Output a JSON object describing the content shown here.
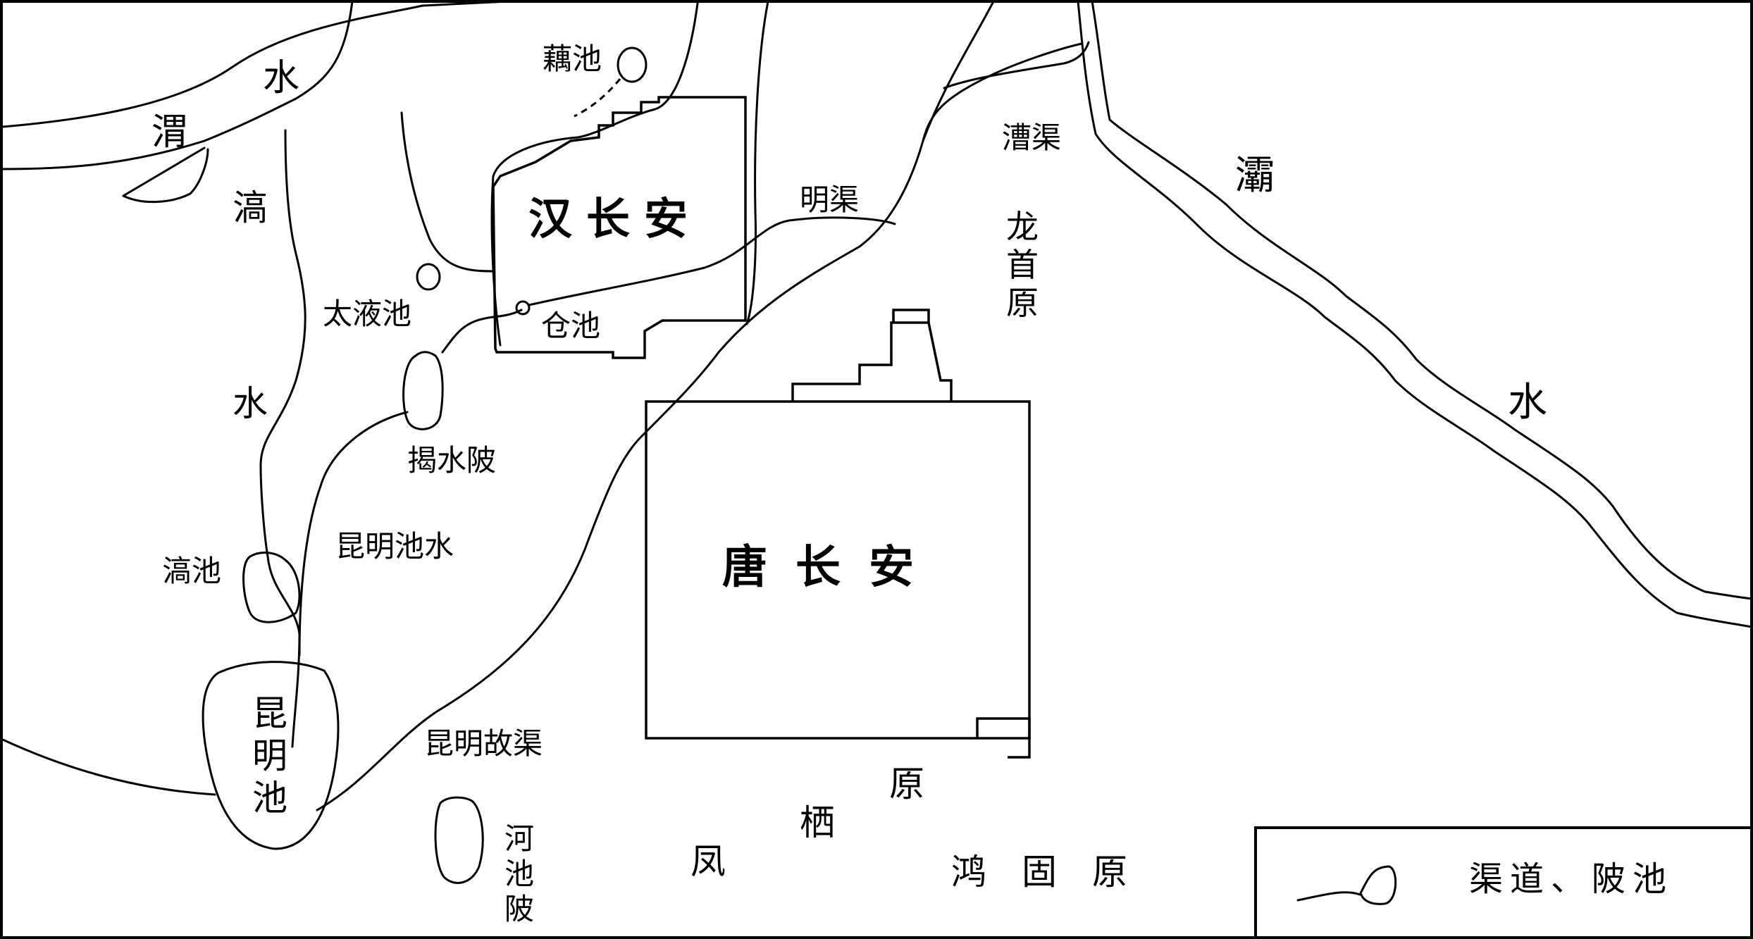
{
  "map": {
    "cities": {
      "han_changan": "汉长安",
      "tang_changan": "唐长安"
    },
    "rivers": {
      "wei": [
        "渭",
        "水"
      ],
      "hao": [
        "滈",
        "水"
      ],
      "ba": [
        "灞",
        "水"
      ]
    },
    "ponds": {
      "ouchi": "藕池",
      "taiyechi": "太液池",
      "cangchi": "仓池",
      "haochi": "滈池",
      "kunmingchi": [
        "昆",
        "明",
        "池"
      ],
      "heshebei": [
        "河",
        "池",
        "陂"
      ],
      "jieshuibei": "揭水陂"
    },
    "canals": {
      "caoqu": "漕渠",
      "mingqu": "明渠",
      "kunmingchishui": "昆明池水",
      "kunminggququ": "昆明故渠"
    },
    "plateaus": {
      "longshouyuan": [
        "龙",
        "首",
        "原"
      ],
      "qifengyuan": [
        "凤",
        "栖",
        "原"
      ],
      "honggu": "鸿　固　原"
    },
    "legend": {
      "label": "渠道、陂池"
    }
  }
}
